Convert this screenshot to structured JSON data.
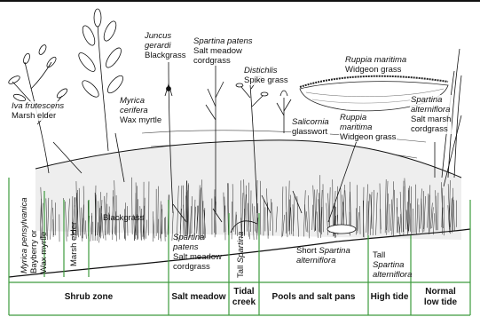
{
  "colors": {
    "frame": "#3d9b3d",
    "ink": "#111111",
    "background": "#ffffff"
  },
  "plants": {
    "iva": {
      "scientific": "Iva frutescens",
      "common": "Marsh elder"
    },
    "myrica": {
      "scientific_line1": "Myrica",
      "scientific_line2": "cerifera",
      "common": "Wax myrtle"
    },
    "juncus": {
      "scientific_line1": "Juncus",
      "scientific_line2": "gerardi",
      "common": "Blackgrass"
    },
    "spartina_patens_top": {
      "scientific": "Spartina patens",
      "common_line1": "Salt meadow",
      "common_line2": "cordgrass"
    },
    "distichlis": {
      "scientific": "Distichlis",
      "common": "Spike grass"
    },
    "salicornia": {
      "scientific": "Salicornia",
      "common": "glasswort"
    },
    "ruppia_top": {
      "scientific": "Ruppia maritima",
      "common": "Widgeon grass"
    },
    "ruppia_mid": {
      "scientific_line1": "Ruppia",
      "scientific_line2": "maritima",
      "common": "Widgeon grass"
    },
    "spartina_alt_top": {
      "scientific_line1": "Spartina",
      "scientific_line2": "alterniflora",
      "common_line1": "Salt marsh",
      "common_line2": "cordgrass"
    }
  },
  "zone_labels": {
    "myrica_col": {
      "scientific": "Myrica pensylvanica",
      "common_line1": "Bayberry or",
      "common_line2": "Wax myrtle"
    },
    "marsh_elder_col": "Marsh elder",
    "blackgrass_col": "Blackgrass",
    "salt_meadow_col": {
      "word": "Spartina",
      "word2": "patens",
      "common_line1": "Salt meadow",
      "common_line2": "cordgrass"
    },
    "tall_spartina_col": {
      "prefix": "Tall ",
      "scientific": "Spartina"
    },
    "short_spartina_col": {
      "prefix": "Short ",
      "scientific_line1": "Spartina",
      "scientific_line2": "alterniflora"
    },
    "tall_spartina_high_col": {
      "prefix": "Tall",
      "scientific_line1": "Spartina",
      "scientific_line2": "alterniflora"
    }
  },
  "zones": [
    {
      "label_line1": "Shrub zone",
      "label_line2": ""
    },
    {
      "label_line1": "Salt meadow",
      "label_line2": ""
    },
    {
      "label_line1": "Tidal",
      "label_line2": "creek"
    },
    {
      "label_line1": "Pools and salt pans",
      "label_line2": ""
    },
    {
      "label_line1": "High tide",
      "label_line2": ""
    },
    {
      "label_line1": "Normal",
      "label_line2": "low tide"
    }
  ]
}
